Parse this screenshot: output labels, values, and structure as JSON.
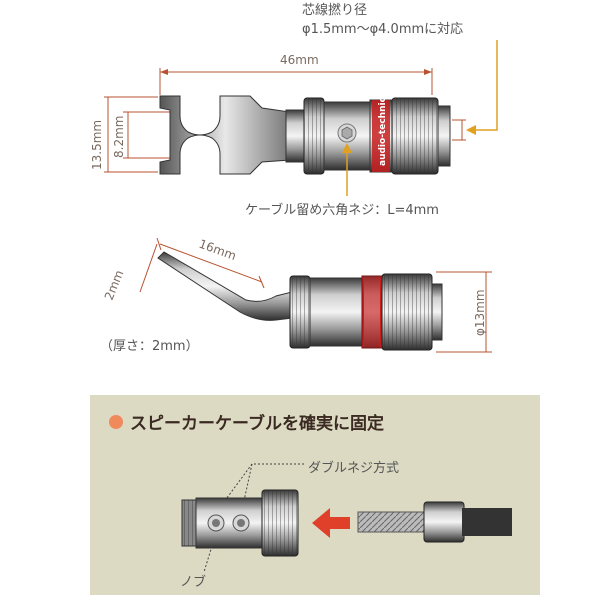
{
  "top_diagram": {
    "core_wire_note_line1": "芯線撚り径",
    "core_wire_note_line2": "φ1.5mm～φ4.0mmに対応",
    "length_label": "46mm",
    "height_label": "13.5mm",
    "gap_label": "8.2mm",
    "brand_text": "audio-technica",
    "screw_note": "ケーブル留め六角ネジ：L=4mm"
  },
  "side_diagram": {
    "prong_length_label": "16mm",
    "prong_width_label": "2mm",
    "diameter_label": "φ13mm",
    "thickness_label": "（厚さ：2mm）"
  },
  "panel": {
    "title": "スピーカーケーブルを確実に固定",
    "double_screw_label": "ダブルネジ方式",
    "knob_label": "ノブ"
  },
  "colors": {
    "dimension_line": "#b8522f",
    "accent_red": "#c81e1e",
    "panel_background": "#dcdac3",
    "arrow_red": "#e0402a",
    "bullet": "#f08a5d",
    "note_arrow": "#e0a020"
  }
}
